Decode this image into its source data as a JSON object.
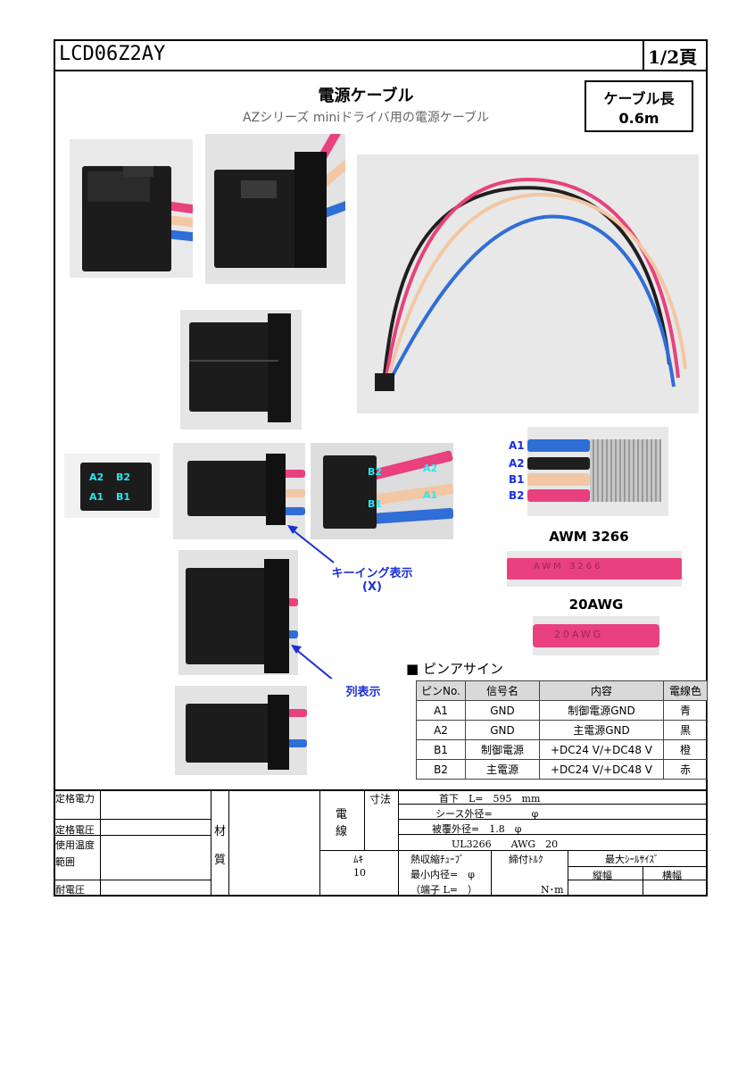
{
  "header": {
    "code": "LCD06Z2AY",
    "page": "1/2頁"
  },
  "title": "電源ケーブル",
  "subtitle": "AZシリーズ miniドライバ用の電源ケーブル",
  "cable_length": {
    "label": "ケーブル長",
    "value": "0.6m"
  },
  "connector_labels": {
    "a2": "A2",
    "b2": "B2",
    "a1": "A1",
    "b1": "B1"
  },
  "wire_labels": [
    "A1",
    "A2",
    "B1",
    "B2"
  ],
  "awm_caption": "AWM 3266",
  "awg_caption": "20AWG",
  "wire_print_1": "AWM 3266",
  "wire_print_2": "20AWG",
  "annotations": {
    "keying": "キーイング表示",
    "keying_sub": "(X)",
    "row": "列表示"
  },
  "pin_assign": {
    "heading": "■ ピンアサイン",
    "columns": [
      "ピンNo.",
      "信号名",
      "内容",
      "電線色"
    ],
    "rows": [
      [
        "A1",
        "GND",
        "制御電源GND",
        "青"
      ],
      [
        "A2",
        "GND",
        "主電源GND",
        "黒"
      ],
      [
        "B1",
        "制御電源",
        "+DC24 V/+DC48 V",
        "橙"
      ],
      [
        "B2",
        "主電源",
        "+DC24 V/+DC48 V",
        "赤"
      ]
    ]
  },
  "spec": {
    "rated_current": "定格電力",
    "rated_voltage": "定格電圧",
    "temp1": "使用温度",
    "temp2": "範囲",
    "withstand": "耐電圧",
    "material1": "材",
    "material2": "質",
    "wire1": "電",
    "wire2": "線",
    "dims": "寸法",
    "length": "首下　L=　595　mm",
    "sheath": "シース外径=　　　　φ",
    "coating": "被覆外径=　1.8　φ",
    "ul": "UL3266　　AWG　20",
    "muki": "ﾑｷ",
    "muki_val": "10",
    "shrink": "熱収縮ﾁｭｰﾌﾞ",
    "min_inner": "最小内径=　φ",
    "terminal": "（端子 L=　）",
    "torque": "締付ﾄﾙｸ",
    "torque_unit": "N･m",
    "seal": "最大ｼｰﾙｻｲｽﾞ",
    "vertical": "縦幅",
    "horizontal": "横幅"
  },
  "colors": {
    "pink": "#e8417e",
    "blue": "#2f6ed6",
    "orange": "#f3c7a3",
    "black": "#1f1f1f",
    "label_cyan": "#29e6f0",
    "annot_blue": "#1a2fd6"
  }
}
